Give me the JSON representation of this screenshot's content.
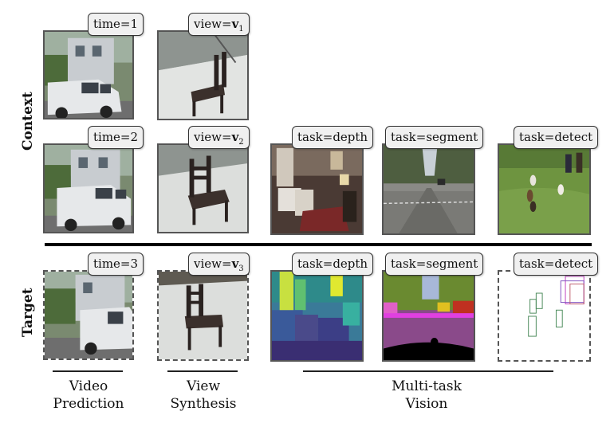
{
  "row_labels": {
    "context": "Context",
    "target": "Target"
  },
  "tags": {
    "c1_time": "time=1",
    "c1_view_prefix": "view=",
    "c1_view_sym": "v",
    "c1_view_sub": "1",
    "c2_time": "time=2",
    "c2_view_prefix": "view=",
    "c2_view_sym": "v",
    "c2_view_sub": "2",
    "c2_depth": "task=depth",
    "c2_segment": "task=segment",
    "c2_detect": "task=detect",
    "t_time": "time=3",
    "t_view_prefix": "view=",
    "t_view_sym": "v",
    "t_view_sub": "3",
    "t_depth": "task=depth",
    "t_segment": "task=segment",
    "t_detect": "task=detect"
  },
  "groups": {
    "video": "Video Prediction",
    "view": "View Synthesis",
    "multitask": "Multi-task Vision"
  }
}
